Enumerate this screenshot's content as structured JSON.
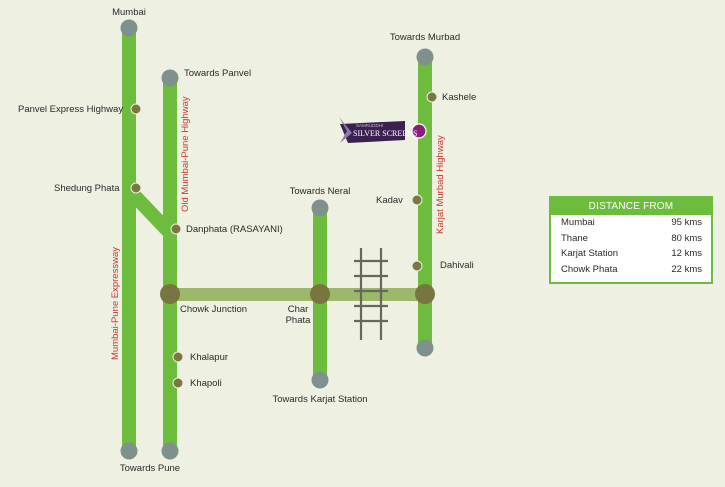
{
  "labels": {
    "mumbai": "Mumbai",
    "towards_panvel": "Towards Panvel",
    "panvel_express_highway": "Panvel Express Highway",
    "shedung_phata": "Shedung Phata",
    "danphata": "Danphata (RASAYANI)",
    "chowk_junction": "Chowk Junction",
    "khalapur": "Khalapur",
    "khapoli": "Khapoli",
    "towards_pune": "Towards Pune",
    "towards_neral": "Towards Neral",
    "char": "Char",
    "phata": "Phata",
    "towards_karjat_station": "Towards Karjat Station",
    "towards_murbad": "Towards Murbad",
    "kashele": "Kashele",
    "kadav": "Kadav",
    "dahivali": "Dahivali"
  },
  "roads": {
    "expressway": "Mumbai-Pune Expressway",
    "old_highway": "Old Mumbai-Pune Highway",
    "murbad_highway": "Karjat Murbad Highway"
  },
  "logo": {
    "title": "SILVER SCREENS",
    "subtitle": "SAMRUDDHI"
  },
  "distance_table": {
    "heading": "DISTANCE FROM",
    "rows": [
      {
        "place": "Mumbai",
        "distance": "95 kms"
      },
      {
        "place": "Thane",
        "distance": "80 kms"
      },
      {
        "place": "Karjat Station",
        "distance": "12 kms"
      },
      {
        "place": "Chowk Phata",
        "distance": "22 kms"
      }
    ]
  },
  "colors": {
    "background": "#eef0e2",
    "road_green": "#6ebc3d",
    "connector_road": "#9cb86a",
    "node_grey": "#7f918c",
    "stop_olive": "#7b7743",
    "junction": "#787540",
    "railway": "#66685e",
    "project_marker": "#8a1f7a",
    "road_label_red": "#c8372f"
  }
}
